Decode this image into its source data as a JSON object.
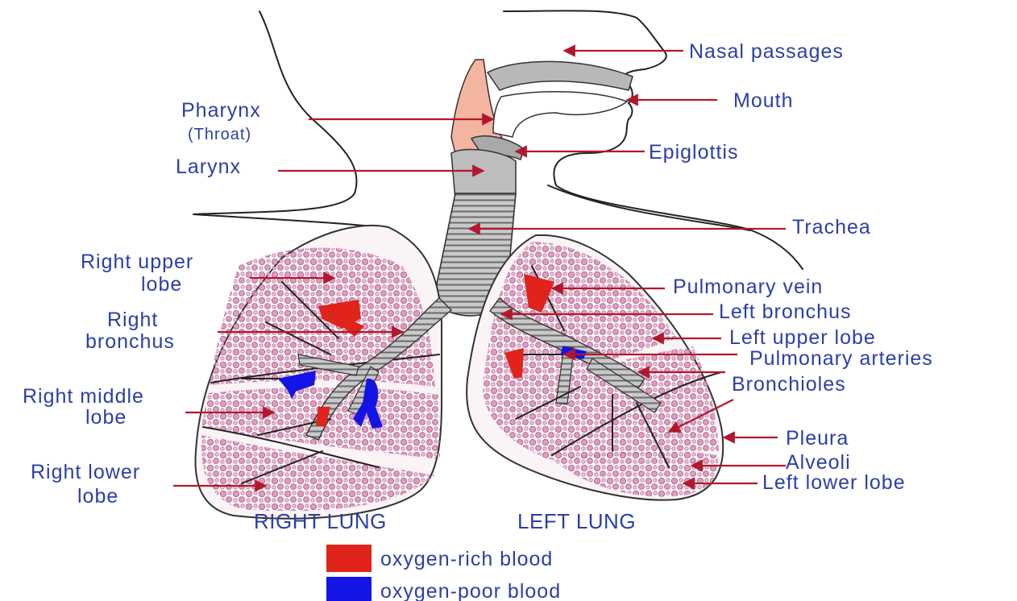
{
  "colors": {
    "label_text": "#2b3fa8",
    "pointer": "#b2182b",
    "oxygen_rich": "#e0241b",
    "oxygen_poor": "#1414e6",
    "airway_fill": "#f4b5a0",
    "airway_tissue": "#b8b8b8",
    "alveoli": "#e08ab8",
    "lung_fill": "#fbf4f7"
  },
  "labels": {
    "nasal_passages": "Nasal passages",
    "mouth": "Mouth",
    "pharynx": "Pharynx",
    "pharynx_sub": "(Throat)",
    "larynx": "Larynx",
    "epiglottis": "Epiglottis",
    "trachea": "Trachea",
    "right_upper_lobe_1": "Right upper",
    "right_upper_lobe_2": "lobe",
    "right_bronchus_1": "Right",
    "right_bronchus_2": "bronchus",
    "right_middle_lobe_1": "Right middle",
    "right_middle_lobe_2": "lobe",
    "right_lower_lobe_1": "Right lower",
    "right_lower_lobe_2": "lobe",
    "pulmonary_vein": "Pulmonary vein",
    "left_bronchus": "Left bronchus",
    "left_upper_lobe": "Left upper lobe",
    "pulmonary_arteries": "Pulmonary arteries",
    "bronchioles": "Bronchioles",
    "pleura": "Pleura",
    "alveoli": "Alveoli",
    "left_lower_lobe": "Left lower lobe",
    "right_lung": "RIGHT LUNG",
    "left_lung": "LEFT LUNG"
  },
  "legend": [
    {
      "label": "oxygen-rich blood",
      "color": "#e0241b"
    },
    {
      "label": "oxygen-poor blood",
      "color": "#1414e6"
    }
  ]
}
